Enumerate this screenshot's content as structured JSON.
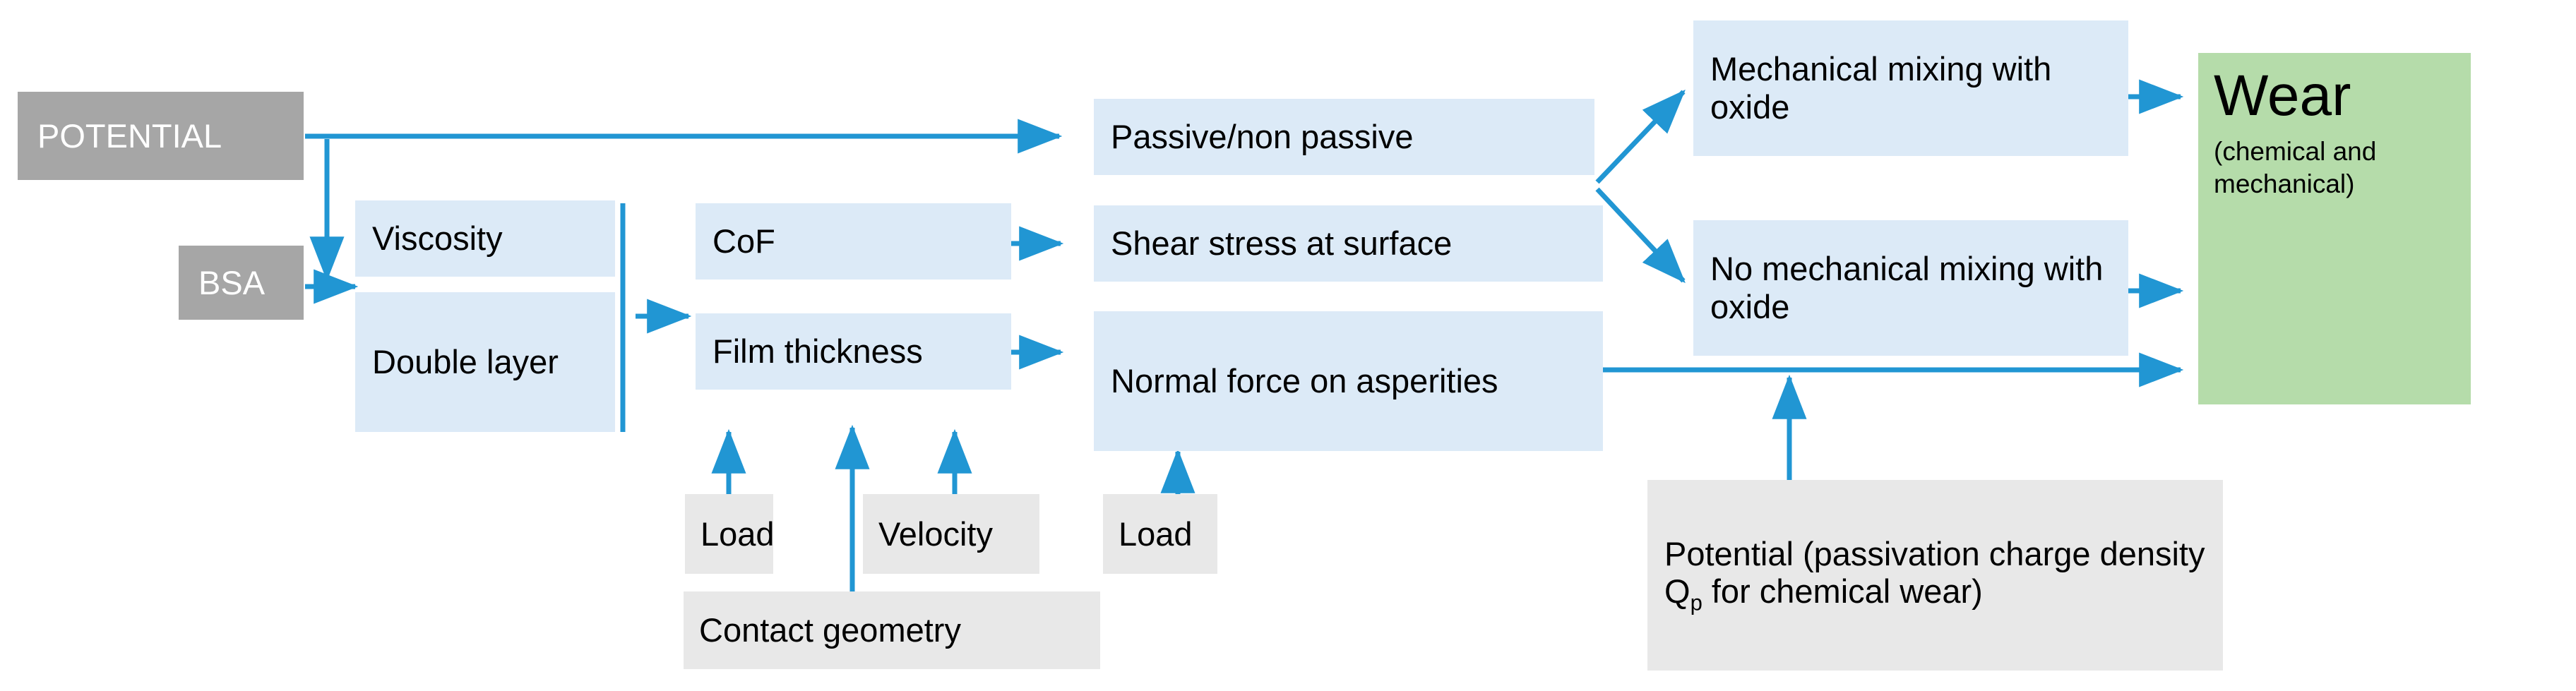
{
  "diagram": {
    "title": "Tribocorrosion wear mechanism flow diagram",
    "colors": {
      "arrow": "#2196d3",
      "input_gray": "#a6a6a6",
      "process_blue": "#dceaf7",
      "parameter_gray": "#e8e8e8",
      "outcome_green": "#b5dcaa",
      "text_dark": "#000000",
      "text_light": "#ffffff"
    },
    "nodes": {
      "potential": {
        "label": "POTENTIAL",
        "type": "input"
      },
      "bsa": {
        "label": "BSA",
        "type": "input"
      },
      "viscosity": {
        "label": "Viscosity",
        "type": "process"
      },
      "double_layer": {
        "label": "Double layer",
        "type": "process"
      },
      "cof": {
        "label": "CoF",
        "type": "process"
      },
      "film_thickness": {
        "label": "Film thickness",
        "type": "process"
      },
      "passive": {
        "label": "Passive/non passive",
        "type": "process"
      },
      "shear_stress": {
        "label": "Shear stress at surface",
        "type": "process"
      },
      "normal_force": {
        "label": "Normal force on asperities",
        "type": "process"
      },
      "mech_mixing": {
        "label": "Mechanical mixing with oxide",
        "type": "process"
      },
      "no_mech_mixing": {
        "label": "No mechanical mixing with oxide",
        "type": "process"
      },
      "load_1": {
        "label": "Load",
        "type": "parameter"
      },
      "velocity": {
        "label": "Velocity",
        "type": "parameter"
      },
      "load_2": {
        "label": "Load",
        "type": "parameter"
      },
      "contact_geometry": {
        "label": "Contact geometry",
        "type": "parameter"
      },
      "potential_charge": {
        "label_part_1": "Potential (passivation charge density Q",
        "label_subscript": "p",
        "label_part_2": " for chemical wear)",
        "type": "parameter"
      },
      "wear": {
        "label": "Wear",
        "sublabel_line_1": "(chemical and",
        "sublabel_line_2": "mechanical)",
        "type": "outcome"
      }
    },
    "edges": [
      {
        "from": "potential",
        "to": "passive"
      },
      {
        "from": "potential",
        "to": "viscosity-double-layer-group"
      },
      {
        "from": "bsa",
        "to": "viscosity-double-layer-group"
      },
      {
        "from": "viscosity-double-layer-group",
        "to": "cof-film-group"
      },
      {
        "from": "cof",
        "to": "shear_stress"
      },
      {
        "from": "film_thickness",
        "to": "normal_force"
      },
      {
        "from": "load_1",
        "to": "cof"
      },
      {
        "from": "contact_geometry",
        "to": "cof"
      },
      {
        "from": "velocity",
        "to": "cof"
      },
      {
        "from": "load_2",
        "to": "film_thickness"
      },
      {
        "from": "passive-shear-branch",
        "to": "mech_mixing"
      },
      {
        "from": "passive-shear-branch",
        "to": "no_mech_mixing"
      },
      {
        "from": "mech_mixing",
        "to": "wear"
      },
      {
        "from": "no_mech_mixing",
        "to": "wear"
      },
      {
        "from": "normal_force",
        "to": "wear"
      },
      {
        "from": "potential_charge",
        "to": "normal-force-to-wear-line"
      }
    ]
  }
}
